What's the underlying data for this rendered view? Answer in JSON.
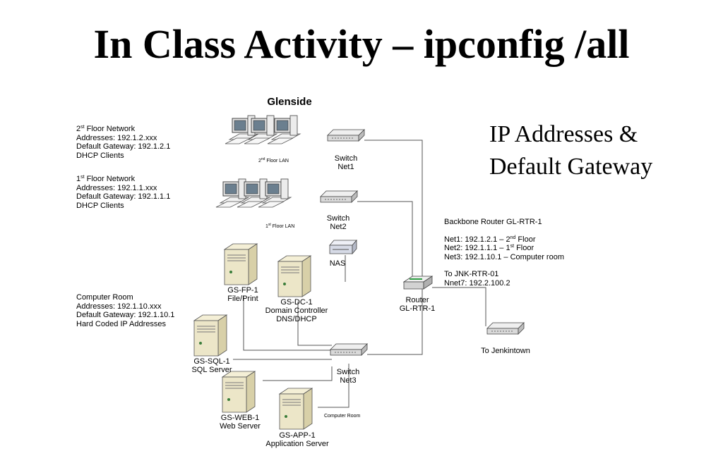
{
  "slide": {
    "title": "In Class Activity – ipconfig /all",
    "subtitle_lines": [
      "IP Addresses &",
      "Default Gateway"
    ]
  },
  "diagram": {
    "site_name": "Glenside",
    "networks": {
      "floor2": {
        "line1_prefix": "2",
        "line1_sup": "st",
        "line1_suffix": " Floor Network",
        "addresses": "Addresses: 192.1.2.xxx",
        "gateway": "Default Gateway: 192.1.2.1",
        "mode": "DHCP Clients"
      },
      "floor1": {
        "line1_prefix": "1",
        "line1_sup": "st",
        "line1_suffix": " Floor Network",
        "addresses": "Addresses: 192.1.1.xxx",
        "gateway": "Default Gateway: 192.1.1.1",
        "mode": "DHCP Clients"
      },
      "computer_room": {
        "line1": "Computer Room",
        "addresses": "Addresses: 192.1.10.xxx",
        "gateway": "Default Gateway: 192.1.10.1",
        "mode": "Hard Coded IP Addresses"
      }
    },
    "lan_labels": {
      "floor2": {
        "prefix": "2",
        "sup": "nd",
        "suffix": " Floor LAN"
      },
      "floor1": {
        "prefix": "1",
        "sup": "st",
        "suffix": " Floor LAN"
      },
      "computer_room": "Computer Room"
    },
    "switches": {
      "net1": [
        "Switch",
        "Net1"
      ],
      "net2": [
        "Switch",
        "Net2"
      ],
      "net3": [
        "Switch",
        "Net3"
      ]
    },
    "nas": "NAS",
    "router": [
      "Router",
      "GL-RTR-1"
    ],
    "servers": {
      "fp": [
        "GS-FP-1",
        "File/Print"
      ],
      "dc": [
        "GS-DC-1",
        "Domain Controller",
        "DNS/DHCP"
      ],
      "sql": [
        "GS-SQL-1",
        "SQL Server"
      ],
      "web": [
        "GS-WEB-1",
        "Web Server"
      ],
      "app": [
        "GS-APP-1",
        "Application Server"
      ]
    },
    "jenkintown": "To Jenkintown",
    "backbone": {
      "title": "Backbone Router GL-RTR-1",
      "net1": {
        "prefix": "Net1: 192.1.2.1 – 2",
        "sup": "nd",
        "suffix": " Floor"
      },
      "net2": {
        "prefix": "Net2: 192.1.1.1 – 1",
        "sup": "st",
        "suffix": " Floor"
      },
      "net3": "Net3:  192.1.10.1 – Computer room",
      "to": "To JNK-RTR-01",
      "nnet7": "Nnet7: 192.2.100.2"
    }
  },
  "colors": {
    "switch_fill": "#d9d9d9",
    "server_fill": "#ece6c8",
    "monitor_fill": "#e3e3e3",
    "router_accent": "#2f9e44",
    "link": "#555555"
  }
}
